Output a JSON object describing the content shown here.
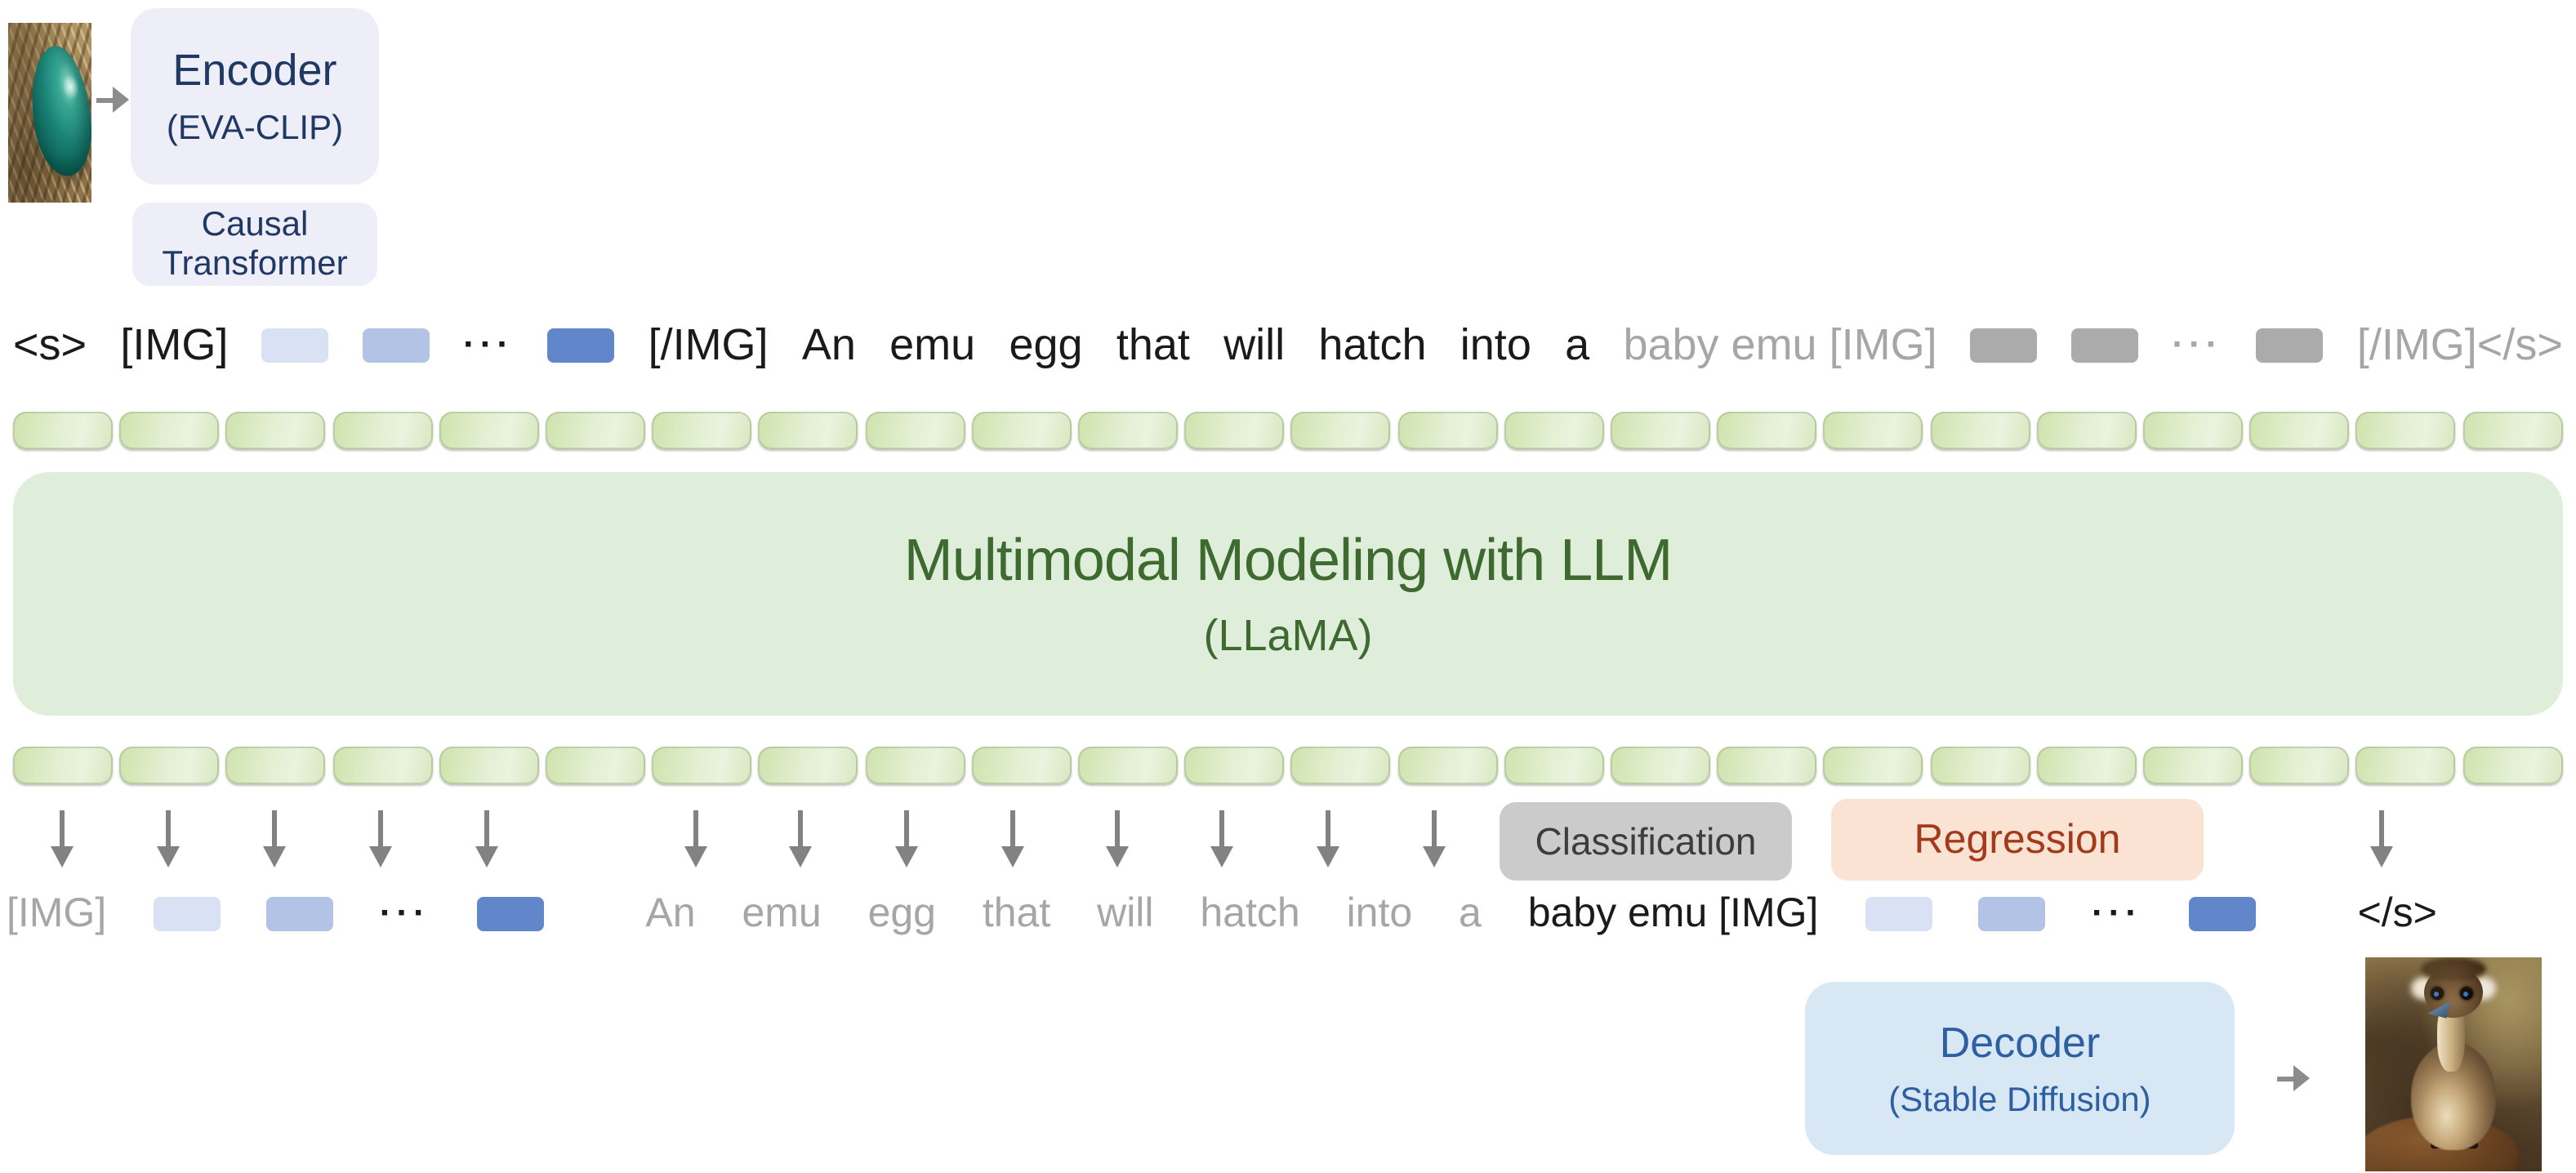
{
  "encoder": {
    "title": "Encoder",
    "subtitle": "(EVA-CLIP)"
  },
  "causal_transformer": {
    "label": "Causal Transformer"
  },
  "llm": {
    "title": "Multimodal Modeling with LLM",
    "subtitle": "(LLaMA)"
  },
  "heads": {
    "classification": "Classification",
    "regression": "Regression"
  },
  "decoder": {
    "title": "Decoder",
    "subtitle": "(Stable Diffusion)"
  },
  "images": {
    "input_alt": "emu egg photo",
    "output_alt": "baby emu photo"
  },
  "tokens": {
    "dots_glyph": "···",
    "input_row": [
      {
        "type": "text",
        "color": "black",
        "text": "<s>"
      },
      {
        "type": "text",
        "color": "black",
        "text": "[IMG]"
      },
      {
        "type": "square",
        "variant": "blue-light"
      },
      {
        "type": "square",
        "variant": "blue-medium"
      },
      {
        "type": "dots",
        "color": "black"
      },
      {
        "type": "square",
        "variant": "blue-dark"
      },
      {
        "type": "text",
        "color": "black",
        "text": "[/IMG]"
      },
      {
        "type": "text",
        "color": "black",
        "text": "An"
      },
      {
        "type": "text",
        "color": "black",
        "text": "emu"
      },
      {
        "type": "text",
        "color": "black",
        "text": "egg"
      },
      {
        "type": "text",
        "color": "black",
        "text": "that"
      },
      {
        "type": "text",
        "color": "black",
        "text": "will"
      },
      {
        "type": "text",
        "color": "black",
        "text": "hatch"
      },
      {
        "type": "text",
        "color": "black",
        "text": "into"
      },
      {
        "type": "text",
        "color": "black",
        "text": "a"
      },
      {
        "type": "text",
        "color": "gray",
        "text": "baby emu [IMG]"
      },
      {
        "type": "square",
        "variant": "gray"
      },
      {
        "type": "square",
        "variant": "gray"
      },
      {
        "type": "dots",
        "color": "gray"
      },
      {
        "type": "square",
        "variant": "gray"
      },
      {
        "type": "text",
        "color": "gray",
        "text": "[/IMG]</s>"
      }
    ],
    "output_row": [
      {
        "type": "text",
        "color": "gray",
        "text": "[IMG]"
      },
      {
        "type": "square",
        "variant": "blue-light"
      },
      {
        "type": "square",
        "variant": "blue-medium"
      },
      {
        "type": "dots",
        "color": "black"
      },
      {
        "type": "square",
        "variant": "blue-dark"
      },
      {
        "type": "text",
        "color": "gray",
        "text": "An"
      },
      {
        "type": "text",
        "color": "gray",
        "text": "emu"
      },
      {
        "type": "text",
        "color": "gray",
        "text": "egg"
      },
      {
        "type": "text",
        "color": "gray",
        "text": "that"
      },
      {
        "type": "text",
        "color": "gray",
        "text": "will"
      },
      {
        "type": "text",
        "color": "gray",
        "text": "hatch"
      },
      {
        "type": "text",
        "color": "gray",
        "text": "into"
      },
      {
        "type": "text",
        "color": "gray",
        "text": "a"
      },
      {
        "type": "text",
        "color": "black",
        "text": "baby emu [IMG]"
      },
      {
        "type": "square",
        "variant": "blue-light"
      },
      {
        "type": "square",
        "variant": "blue-medium"
      },
      {
        "type": "dots",
        "color": "black"
      },
      {
        "type": "square",
        "variant": "blue-dark"
      },
      {
        "type": "text",
        "color": "black",
        "text": "</s>"
      }
    ]
  },
  "embeddings": {
    "rows": 2,
    "count_per_row": 24
  },
  "colors": {
    "lavender_box": "#EDEEF8",
    "navy_text": "#1F3864",
    "llm_box": "#DFEEDA",
    "llm_text": "#3E692F",
    "pill_green_dark": "#CFE3AD",
    "pill_green_light": "#EAF3DE",
    "classification_bg": "#CBCBCB",
    "classification_text": "#3D3D3D",
    "regression_bg": "#FAE3D3",
    "regression_text": "#A23A1B",
    "decoder_bg": "#D7E7F4",
    "decoder_text": "#2E5FA3",
    "square_blue_light": "#D9E2F4",
    "square_blue_medium": "#B2C3E6",
    "square_blue_dark": "#6286CA",
    "square_gray": "#ABABAB",
    "gray_text": "#A6A6A6",
    "arrow_gray": "#828282"
  }
}
